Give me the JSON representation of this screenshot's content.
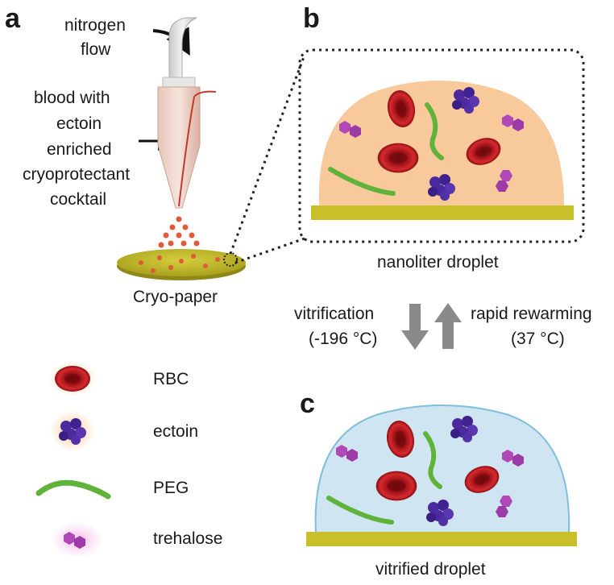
{
  "panels": {
    "a": "a",
    "b": "b",
    "c": "c"
  },
  "labels": {
    "nitrogen_line1": "nitrogen",
    "nitrogen_line2": "flow",
    "blood_line1": "blood with",
    "blood_line2": "ectoin",
    "blood_line3": "enriched",
    "blood_line4": "cryoprotectant",
    "blood_line5": "cocktail",
    "cryo_paper": "Cryo-paper",
    "nanoliter": "nanoliter droplet",
    "vitrification_line1": "vitrification",
    "vitrification_line2": "(-196 °C)",
    "rewarming_line1": "rapid rewarming",
    "rewarming_line2": "(37 °C)",
    "vitrified": "vitrified droplet"
  },
  "legend": [
    {
      "icon": "rbc-icon",
      "label": "RBC"
    },
    {
      "icon": "ectoin-icon",
      "label": "ectoin"
    },
    {
      "icon": "peg-icon",
      "label": "PEG"
    },
    {
      "icon": "trehalose-icon",
      "label": "trehalose"
    }
  ],
  "colors": {
    "rbc": "#b3141a",
    "ectoin": "#4a2a9e",
    "peg": "#5fb33a",
    "trehalose": "#b048b8",
    "substrate": "#c8bf2a",
    "droplet_b": "#f8c99a",
    "droplet_c": "#cfe6f2",
    "arrow": "#8a8a8a"
  }
}
